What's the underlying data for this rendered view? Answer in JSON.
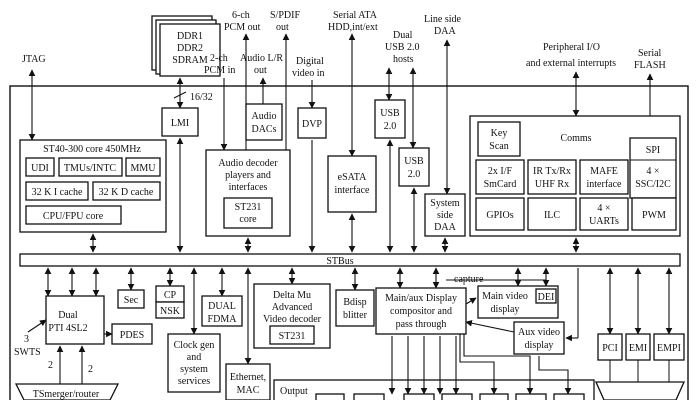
{
  "ext": {
    "jtag": "JTAG",
    "ddr": [
      "DDR1",
      "DDR2",
      "SDRAM"
    ],
    "pcm6": [
      "6-ch",
      "PCM out"
    ],
    "spdif": [
      "S/PDIF",
      "out"
    ],
    "pcm2": [
      "2-ch",
      "PCM in"
    ],
    "audio_lr": [
      "Audio L/R",
      "out"
    ],
    "digital_video": [
      "Digital",
      "video in"
    ],
    "sata": [
      "Serial ATA",
      "HDD,int/ext"
    ],
    "usb_hosts": [
      "Dual",
      "USB 2.0",
      "hosts"
    ],
    "daa_line": [
      "Line side",
      "DAA"
    ],
    "peripheral": [
      "Peripheral I/O",
      "and external interrupts"
    ],
    "serial_flash": [
      "Serial",
      "FLASH"
    ],
    "bus_width": "16/32",
    "swts": [
      "3",
      "SWTS"
    ],
    "bus_two_a": "2",
    "bus_two_b": "2"
  },
  "blocks": {
    "lmi": "LMI",
    "core": "ST40-300 core 450MHz",
    "udi": "UDI",
    "tmus": "TMUs/INTC",
    "mmu": "MMU",
    "icache": "32 K I cache",
    "dcache": "32 K D cache",
    "fpu": "CPU/FPU core",
    "audio_dacs": [
      "Audio",
      "DACs"
    ],
    "audio_dec": [
      "Audio decoder",
      "players and",
      "interfaces"
    ],
    "st231_audio": [
      "ST231",
      "core"
    ],
    "dvp": "DVP",
    "esata": [
      "eSATA",
      "interface"
    ],
    "usb_a": [
      "USB",
      "2.0"
    ],
    "usb_b": [
      "USB",
      "2.0"
    ],
    "daa_sys": [
      "System",
      "side",
      "DAA"
    ],
    "comms": "Comms",
    "key_scan": [
      "Key",
      "Scan"
    ],
    "smcard": [
      "2x I/F",
      "SmCard"
    ],
    "ir": [
      "IR Tx/Rx",
      "UHF Rx"
    ],
    "mafe": [
      "MAFE",
      "interface"
    ],
    "spi": "SPI",
    "ssc": [
      "4 ×",
      "SSC/I2C"
    ],
    "gpios": "GPIOs",
    "ilc": "ILC",
    "uarts": [
      "4 ×",
      "UARTs"
    ],
    "pwm": "PWM",
    "stbus": "STBus",
    "capture": "capture",
    "sec": "Sec",
    "cp": "CP",
    "nsk": "NSK",
    "dual_pti": [
      "Dual",
      "PTI 4SL2"
    ],
    "pdes": "PDES",
    "dual_fdma": [
      "DUAL",
      "FDMA"
    ],
    "delta": [
      "Delta Mu",
      "Advanced",
      "Video decoder"
    ],
    "st231_video": "ST231",
    "bdisp": [
      "Bdisp",
      "blitter"
    ],
    "compositor": [
      "Main/aux Display",
      "compositor and",
      "pass through"
    ],
    "main_video": [
      "Main video",
      "display"
    ],
    "dei": "DEI",
    "aux_video": [
      "Aux video",
      "display"
    ],
    "clock": [
      "Clock gen",
      "and",
      "system",
      "services"
    ],
    "ethernet": [
      "Ethernet,",
      "MAC"
    ],
    "output": "Output",
    "tsmerger": "TSmerger/router",
    "pci": "PCI",
    "emi": "EMI",
    "empi": "EMPI"
  }
}
